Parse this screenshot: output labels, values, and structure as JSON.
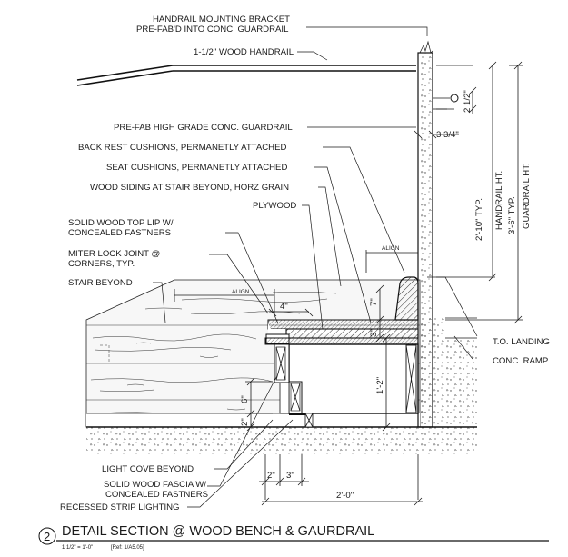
{
  "labels": {
    "bracket_line1": "HANDRAIL MOUNTING BRACKET",
    "bracket_line2": "PRE-FAB'D INTO CONC. GUARDRAIL",
    "handrail": "1-1/2\" WOOD HANDRAIL",
    "guardrail": "PRE-FAB HIGH GRADE CONC. GUARDRAIL",
    "back_cushions": "BACK REST CUSHIONS, PERMANETLY ATTACHED",
    "seat_cushions": "SEAT CUSHIONS, PERMANETLY ATTACHED",
    "wood_siding": "WOOD SIDING AT STAIR BEYOND, HORZ GRAIN",
    "plywood": "PLYWOOD",
    "top_lip_line1": "SOLID WOOD TOP LIP W/",
    "top_lip_line2": "CONCEALED FASTNERS",
    "miter_line1": "MITER LOCK JOINT @",
    "miter_line2": "CORNERS, TYP.",
    "stair_beyond": "STAIR BEYOND",
    "to_landing": "T.O. LANDING",
    "conc_ramp": "CONC. RAMP",
    "light_cove": "LIGHT COVE BEYOND",
    "fascia_line1": "SOLID WOOD FASCIA W/",
    "fascia_line2": "CONCEALED FASTNERS",
    "strip_lighting": "RECESSED STRIP LIGHTING"
  },
  "dimensions": {
    "bracket_offset": "2 1/2\"",
    "wall_thickness": "3 3/4\"",
    "back_height": "2'-10\" TYP.",
    "handrail_ht": "HANDRAIL HT.",
    "guardrail_typ": "3'-6\" TYP.",
    "guardrail_ht": "GUARDRAIL HT.",
    "align_upper": "ALIGN",
    "align_lower": "ALIGN",
    "lip_width": "4\"",
    "cushion_back": "7\"",
    "seat_thick": "3\"",
    "seat_height": "1'-2\"",
    "fascia_ht": "6\"",
    "cove_ht": "2\"",
    "bottom_a": "2\"",
    "bottom_b": "3\"",
    "overall_depth": "2'-0\""
  },
  "title_block": {
    "number": "2",
    "title": "DETAIL SECTION @ WOOD BENCH & GAURDRAIL",
    "scale": "1 1/2\" = 1'-0\"",
    "ref": "[Ref: 1/A5.05]"
  }
}
